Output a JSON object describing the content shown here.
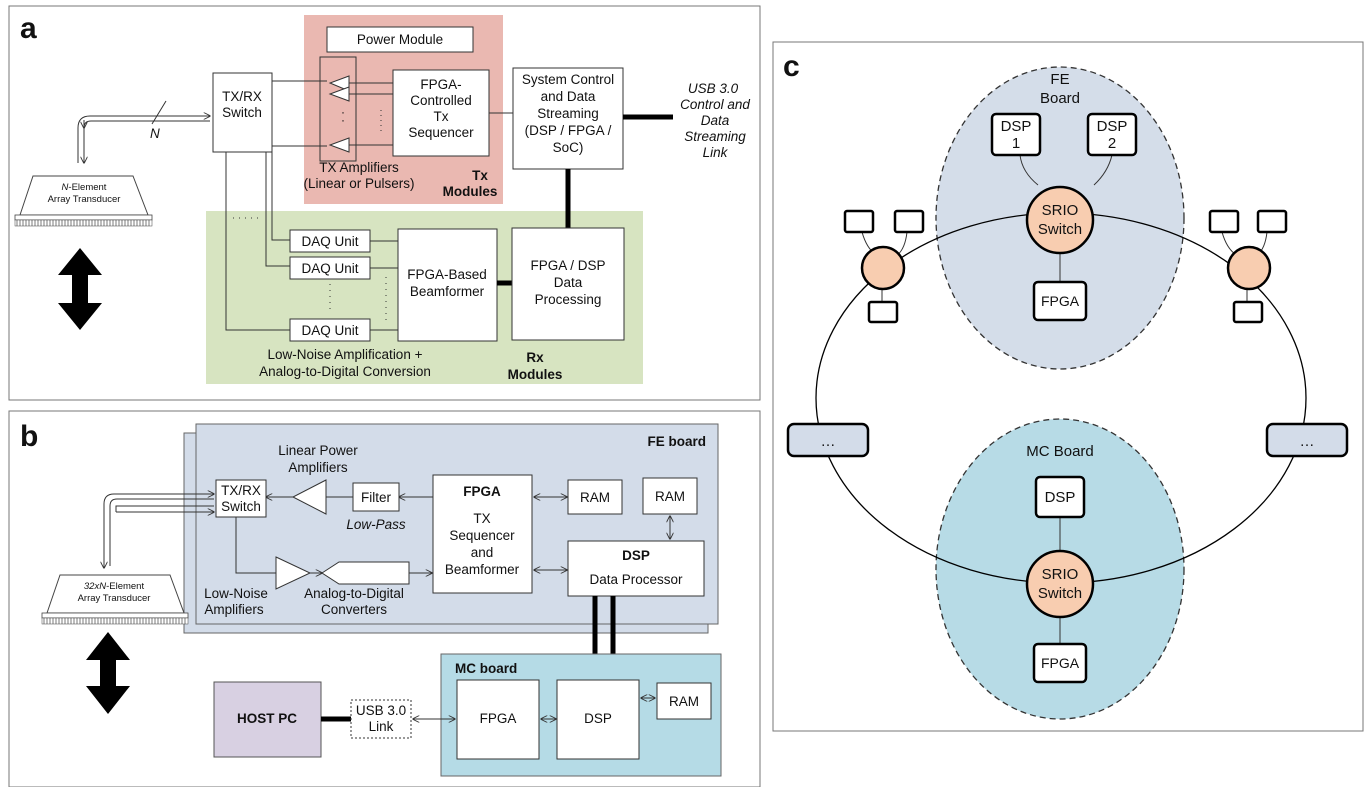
{
  "colors": {
    "tx_modules_bg": "#eab8b1",
    "rx_modules_bg": "#d7e4c1",
    "fe_board_bg": "#d3dce9",
    "mc_board_bg": "#b5dbe6",
    "host_pc_bg": "#d8d0e2",
    "switch_node": "#f8cdb0",
    "fe_ellipse": "#d4dde9",
    "mc_ellipse": "#b7dbe6",
    "pill_bg": "#d3dce9"
  },
  "panel_a": {
    "letter": "a",
    "power_module": "Power Module",
    "transducer": {
      "italic_prefix": "N",
      "line1_rest": "-Element",
      "line2": "Array Transducer"
    },
    "bus_label": "N",
    "txrx_switch": [
      "TX/RX",
      "Switch"
    ],
    "tx_amplifiers": [
      "TX Amplifiers",
      "(Linear or Pulsers)"
    ],
    "tx_sequencer": [
      "FPGA-",
      "Controlled",
      "Tx",
      "Sequencer"
    ],
    "tx_modules": [
      "Tx",
      "Modules"
    ],
    "system_control": [
      "System Control",
      "and Data",
      "Streaming",
      "(DSP / FPGA /",
      "SoC)"
    ],
    "usb_link": [
      "USB 3.0",
      "Control and",
      "Data",
      "Streaming",
      "Link"
    ],
    "daq_unit": "DAQ Unit",
    "beamformer": [
      "FPGA-Based",
      "Beamformer"
    ],
    "data_processing": [
      "FPGA / DSP",
      "Data",
      "Processing"
    ],
    "rx_caption": [
      "Low-Noise Amplification +",
      "Analog-to-Digital Conversion"
    ],
    "rx_modules": [
      "Rx",
      "Modules"
    ]
  },
  "panel_b": {
    "letter": "b",
    "fe_board": "FE board",
    "linear_power_amplifiers": [
      "Linear Power",
      "Amplifiers"
    ],
    "txrx_switch": [
      "TX/RX",
      "Switch"
    ],
    "filter": "Filter",
    "low_pass": "Low-Pass",
    "fpga_title": "FPGA",
    "fpga_body": [
      "TX",
      "Sequencer",
      "and",
      "Beamformer"
    ],
    "ram": "RAM",
    "dsp_title": "DSP",
    "dsp_body": "Data Processor",
    "transducer": {
      "italic_prefix": "32xN",
      "line1_rest": "-Element",
      "line2": "Array Transducer"
    },
    "low_noise_amplifiers": [
      "Low-Noise",
      "Amplifiers"
    ],
    "adc": [
      "Analog-to-Digital",
      "Converters"
    ],
    "mc_board": "MC board",
    "host_pc": "HOST PC",
    "usb_link": [
      "USB 3.0",
      "Link"
    ],
    "fpga": "FPGA",
    "dsp": "DSP"
  },
  "panel_c": {
    "letter": "c",
    "fe_board": [
      "FE",
      "Board"
    ],
    "dsp1": [
      "DSP",
      "1"
    ],
    "dsp2": [
      "DSP",
      "2"
    ],
    "srio_switch": [
      "SRIO",
      "Switch"
    ],
    "fpga": "FPGA",
    "ellipsis": "…",
    "mc_board": "MC Board",
    "dsp": "DSP"
  }
}
